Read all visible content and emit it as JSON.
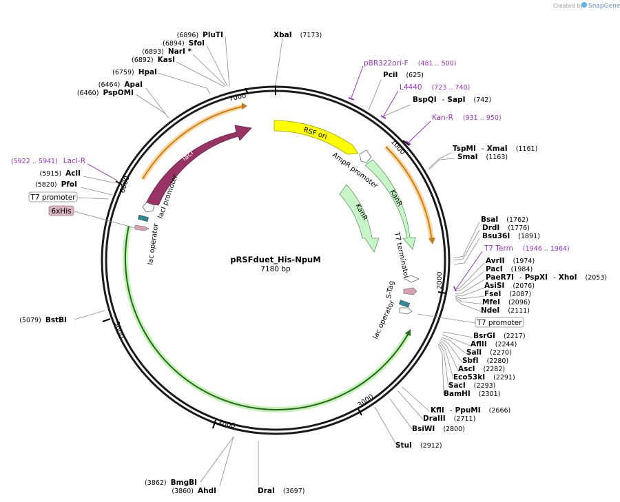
{
  "credit": {
    "prefix": "Created by",
    "brand": "SnapGene"
  },
  "plasmid": {
    "name": "pRSFduet_His-NpuM",
    "length": "7180 bp"
  },
  "ticks": [
    "1000",
    "2000",
    "3000",
    "4000",
    "5000",
    "6000",
    "7000"
  ],
  "sites": {
    "xbai": {
      "name": "XbaI",
      "pos": "(7173)"
    },
    "pluti": {
      "name": "PluTI",
      "pos": "(6896)"
    },
    "sfoi": {
      "name": "SfoI",
      "pos": "(6894)"
    },
    "nari": {
      "name": "NarI *",
      "pos": "(6893)"
    },
    "kasi": {
      "name": "KasI",
      "pos": "(6892)"
    },
    "hpai": {
      "name": "HpaI",
      "pos": "(6759)"
    },
    "apai": {
      "name": "ApaI",
      "pos": "(6464)"
    },
    "pspomi": {
      "name": "PspOMI",
      "pos": "(6460)"
    },
    "pcii": {
      "name": "PciI",
      "pos": "(625)"
    },
    "bspqi": {
      "name": "BspQI",
      "sep": "-",
      "name2": "SapI",
      "pos": "(742)"
    },
    "tspmi": {
      "name": "TspMI",
      "sep": "-",
      "name2": "XmaI",
      "pos": "(1161)"
    },
    "smai": {
      "name": "SmaI",
      "pos": "(1163)"
    },
    "acli": {
      "name": "AclI",
      "pos": "(5915)"
    },
    "pfoi": {
      "name": "PfoI",
      "pos": "(5820)"
    },
    "bsai": {
      "name": "BsaI",
      "pos": "(1762)"
    },
    "drdi": {
      "name": "DrdI",
      "pos": "(1776)"
    },
    "bsu36i": {
      "name": "Bsu36I",
      "pos": "(1891)"
    },
    "avrii": {
      "name": "AvrII",
      "pos": "(1974)"
    },
    "paci": {
      "name": "PacI",
      "pos": "(1984)"
    },
    "paer7i": {
      "name": "PaeR7I",
      "sep": "-",
      "name2": "PspXI",
      "sep2": "-",
      "name3": "XhoI",
      "pos": "(2053)"
    },
    "asisi": {
      "name": "AsiSI",
      "pos": "(2076)"
    },
    "fsei": {
      "name": "FseI",
      "pos": "(2087)"
    },
    "mfei": {
      "name": "MfeI",
      "pos": "(2096)"
    },
    "ndei": {
      "name": "NdeI",
      "pos": "(2111)"
    },
    "bsrgi": {
      "name": "BsrGI",
      "pos": "(2217)"
    },
    "aflii": {
      "name": "AflII",
      "pos": "(2244)"
    },
    "sali": {
      "name": "SalI",
      "pos": "(2270)"
    },
    "sbfi": {
      "name": "SbfI",
      "pos": "(2280)"
    },
    "asci": {
      "name": "AscI",
      "pos": "(2282)"
    },
    "eco53ki": {
      "name": "Eco53kI",
      "pos": "(2291)"
    },
    "saci": {
      "name": "SacI",
      "pos": "(2293)"
    },
    "bamhi": {
      "name": "BamHI",
      "pos": "(2301)"
    },
    "kfli": {
      "name": "KflI",
      "sep": "-",
      "name2": "PpuMI",
      "pos": "(2666)"
    },
    "draiii": {
      "name": "DraIII",
      "pos": "(2711)"
    },
    "bsiwi": {
      "name": "BsiWI",
      "pos": "(2800)"
    },
    "stui": {
      "name": "StuI",
      "pos": "(2912)"
    },
    "bstbi": {
      "name": "BstBI",
      "pos": "(5079)"
    },
    "bmgbi": {
      "name": "BmgBI",
      "pos": "(3862)"
    },
    "ahdi": {
      "name": "AhdI",
      "pos": "(3860)"
    },
    "drai": {
      "name": "DraI",
      "pos": "(3697)"
    }
  },
  "primers": {
    "pbr322": {
      "name": "pBR322ori-F",
      "range": "(481 .. 500)"
    },
    "l4440": {
      "name": "L4440",
      "range": "(723 .. 740)"
    },
    "kanr": {
      "name": "Kan-R",
      "range": "(931 .. 950)"
    },
    "lacir": {
      "name": "LacI-R",
      "range": "(5922 .. 5941)"
    },
    "t7term": {
      "name": "T7 Term",
      "range": "(1946 .. 1964)"
    }
  },
  "boxed": {
    "t7promoter_left": "T7 promoter",
    "sixhis": "6xHis",
    "t7promoter_right": "T7 promoter"
  },
  "features": {
    "rsf_ori": "RSF ori",
    "ampr_promoter": "AmpR promoter",
    "kanr_outer": "KanR",
    "kanr_inner": "KanR",
    "laci": "lacI",
    "laci_promoter": "lacI promoter",
    "lac_operator_left": "lac operator",
    "t7_terminator": "T7 terminator",
    "s_tag": "S-Tag",
    "lac_operator_right": "lac operator"
  },
  "colors": {
    "backbone": "#1a1a1a",
    "rsf_ori": "#ffff00",
    "kanr": "#c8f5c8",
    "laci": "#993366",
    "orange_glow": "#f5b041",
    "green_glow": "#9be37b",
    "primer": "#9b30c8",
    "sixhis_box": "#d9b3c2"
  }
}
